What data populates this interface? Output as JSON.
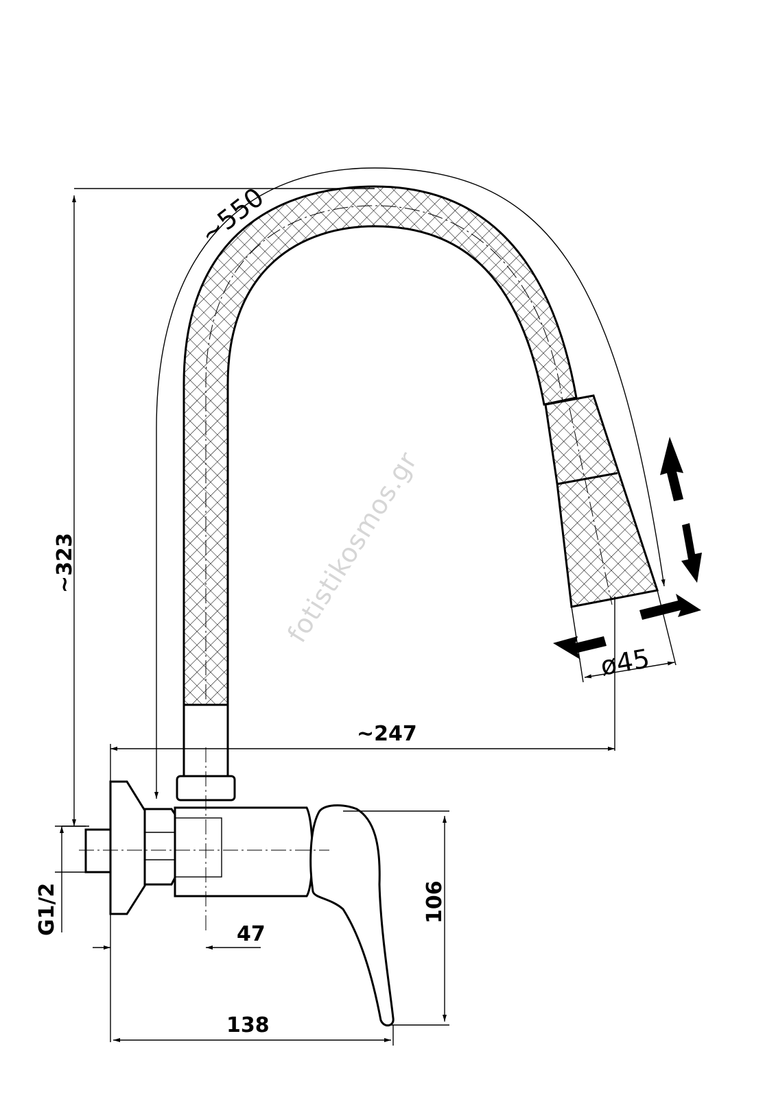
{
  "dimensions": {
    "hose_length": "~550",
    "height": "~323",
    "reach": "~247",
    "spray_diameter": "ø45",
    "thread": "G1/2",
    "connector_depth": "47",
    "handle_height": "106",
    "total_depth": "138"
  },
  "watermark": "fotistikosmos.gr"
}
